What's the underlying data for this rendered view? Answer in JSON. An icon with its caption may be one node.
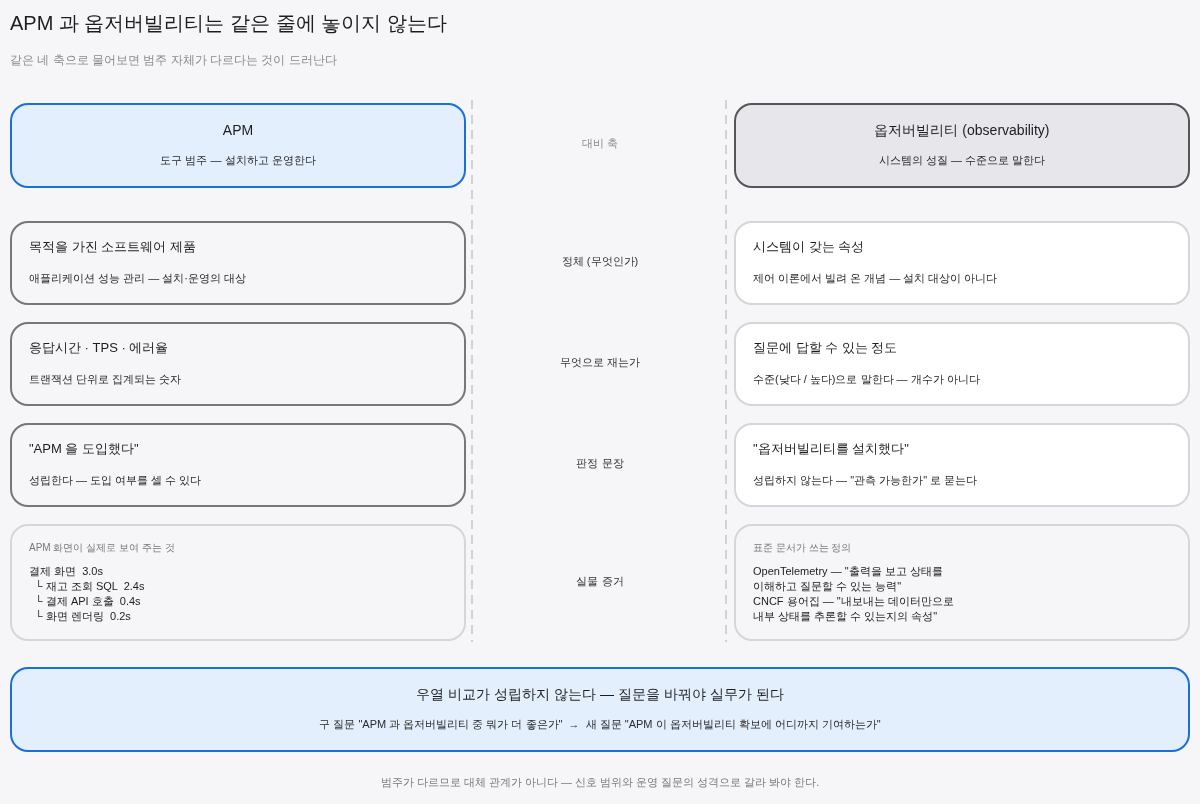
{
  "diagram": {
    "title": "APM 과 옵저버빌리티는 같은 줄에 놓이지 않는다",
    "caption": "범주가 다르므로 대체 관계가 아니다 — 신호 범위와 운영 질문의 성격으로 갈라 봐야 한다.",
    "nodes": [
      {
        "text": [
          "APM",
          "도구 범주 — 설치하고 운영한다"
        ]
      },
      {
        "text": [
          "옵저버빌리티 (observability)",
          "시스템의 성질 — 수준으로 말한다"
        ]
      },
      {
        "text": [
          "목적을 가진 소프트웨어 제품",
          "애플리케이션 성능 관리 — 설치·운영의 대상"
        ]
      },
      {
        "text": [
          "시스템이 갖는 속성",
          "제어 이론에서 빌려 온 개념 — 설치 대상이 아니다"
        ]
      },
      {
        "text": [
          "응답시간 · TPS · 에러율",
          "트랜잭션 단위로 집계되는 숫자"
        ]
      },
      {
        "text": [
          "질문에 답할 수 있는 정도",
          "수준(낮다 / 높다)으로 말한다 — 개수가 아니다"
        ]
      },
      {
        "text": [
          "\"APM 을 도입했다\"",
          "성립한다 — 도입 여부를 셀 수 있다"
        ]
      },
      {
        "text": [
          "\"옵저버빌리티를 설치했다\"",
          "성립하지 않는다 — \"관측 가능한가\" 로 묻는다"
        ]
      },
      {
        "text": [
          "APM 화면이 실제로 보여 주는 것",
          "결제 화면  3.0s",
          "└ 재고 조회 SQL  2.4s",
          "└ 결제 API 호출  0.4s",
          "└ 화면 렌더링  0.2s"
        ]
      },
      {
        "text": [
          "표준 문서가 쓰는 정의",
          "OpenTelemetry — \"출력을 보고 상태를 이해하고 질문할 수 있는 능력\"",
          "CNCF 용어집 — \"내보내는 데이터만으로 내부 상태를 추론할 수 있는지의 속성\""
        ]
      },
      {
        "text": [
          "우열 비교가 성립하지 않는다 — 질문을 바꿔야 실무가 된다",
          "구 질문 \"APM 과 옵저버빌리티 중 뭐가 더 좋은가\"  →  새 질문 \"APM 이 옵저버빌리티 확보에 어디까지 기여하는가\""
        ]
      }
    ],
    "labels": [
      "같은 네 축으로 물어보면 범주 자체가 다르다는 것이 드러난다",
      "대비 축",
      "정체 (무엇인가)",
      "무엇으로 재는가",
      "판정 문장",
      "실물 증거"
    ]
  }
}
